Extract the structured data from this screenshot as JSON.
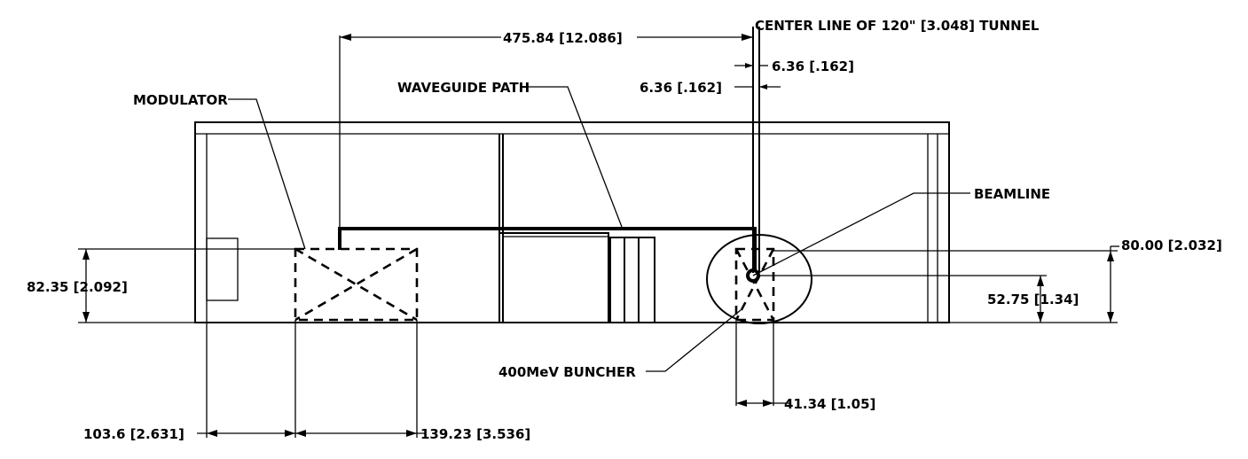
{
  "labels": {
    "centerline": "CENTER LINE OF 120\" [3.048] TUNNEL",
    "modulator": "MODULATOR",
    "waveguide_path": "WAVEGUIDE PATH",
    "beamline": "BEAMLINE",
    "buncher": "400MeV BUNCHER"
  },
  "dimensions": {
    "top_width": "475.84 [12.086]",
    "offset_right": "6.36 [.162]",
    "offset_left": "6.36 [.162]",
    "height_left": "82.35 [2.092]",
    "height_right_outer": "80.00 [2.032]",
    "height_right_inner": "52.75 [1.34]",
    "buncher_width": "41.34 [1.05]",
    "modulator_offset": "103.6 [2.631]",
    "modulator_width": "139.23 [3.536]"
  }
}
